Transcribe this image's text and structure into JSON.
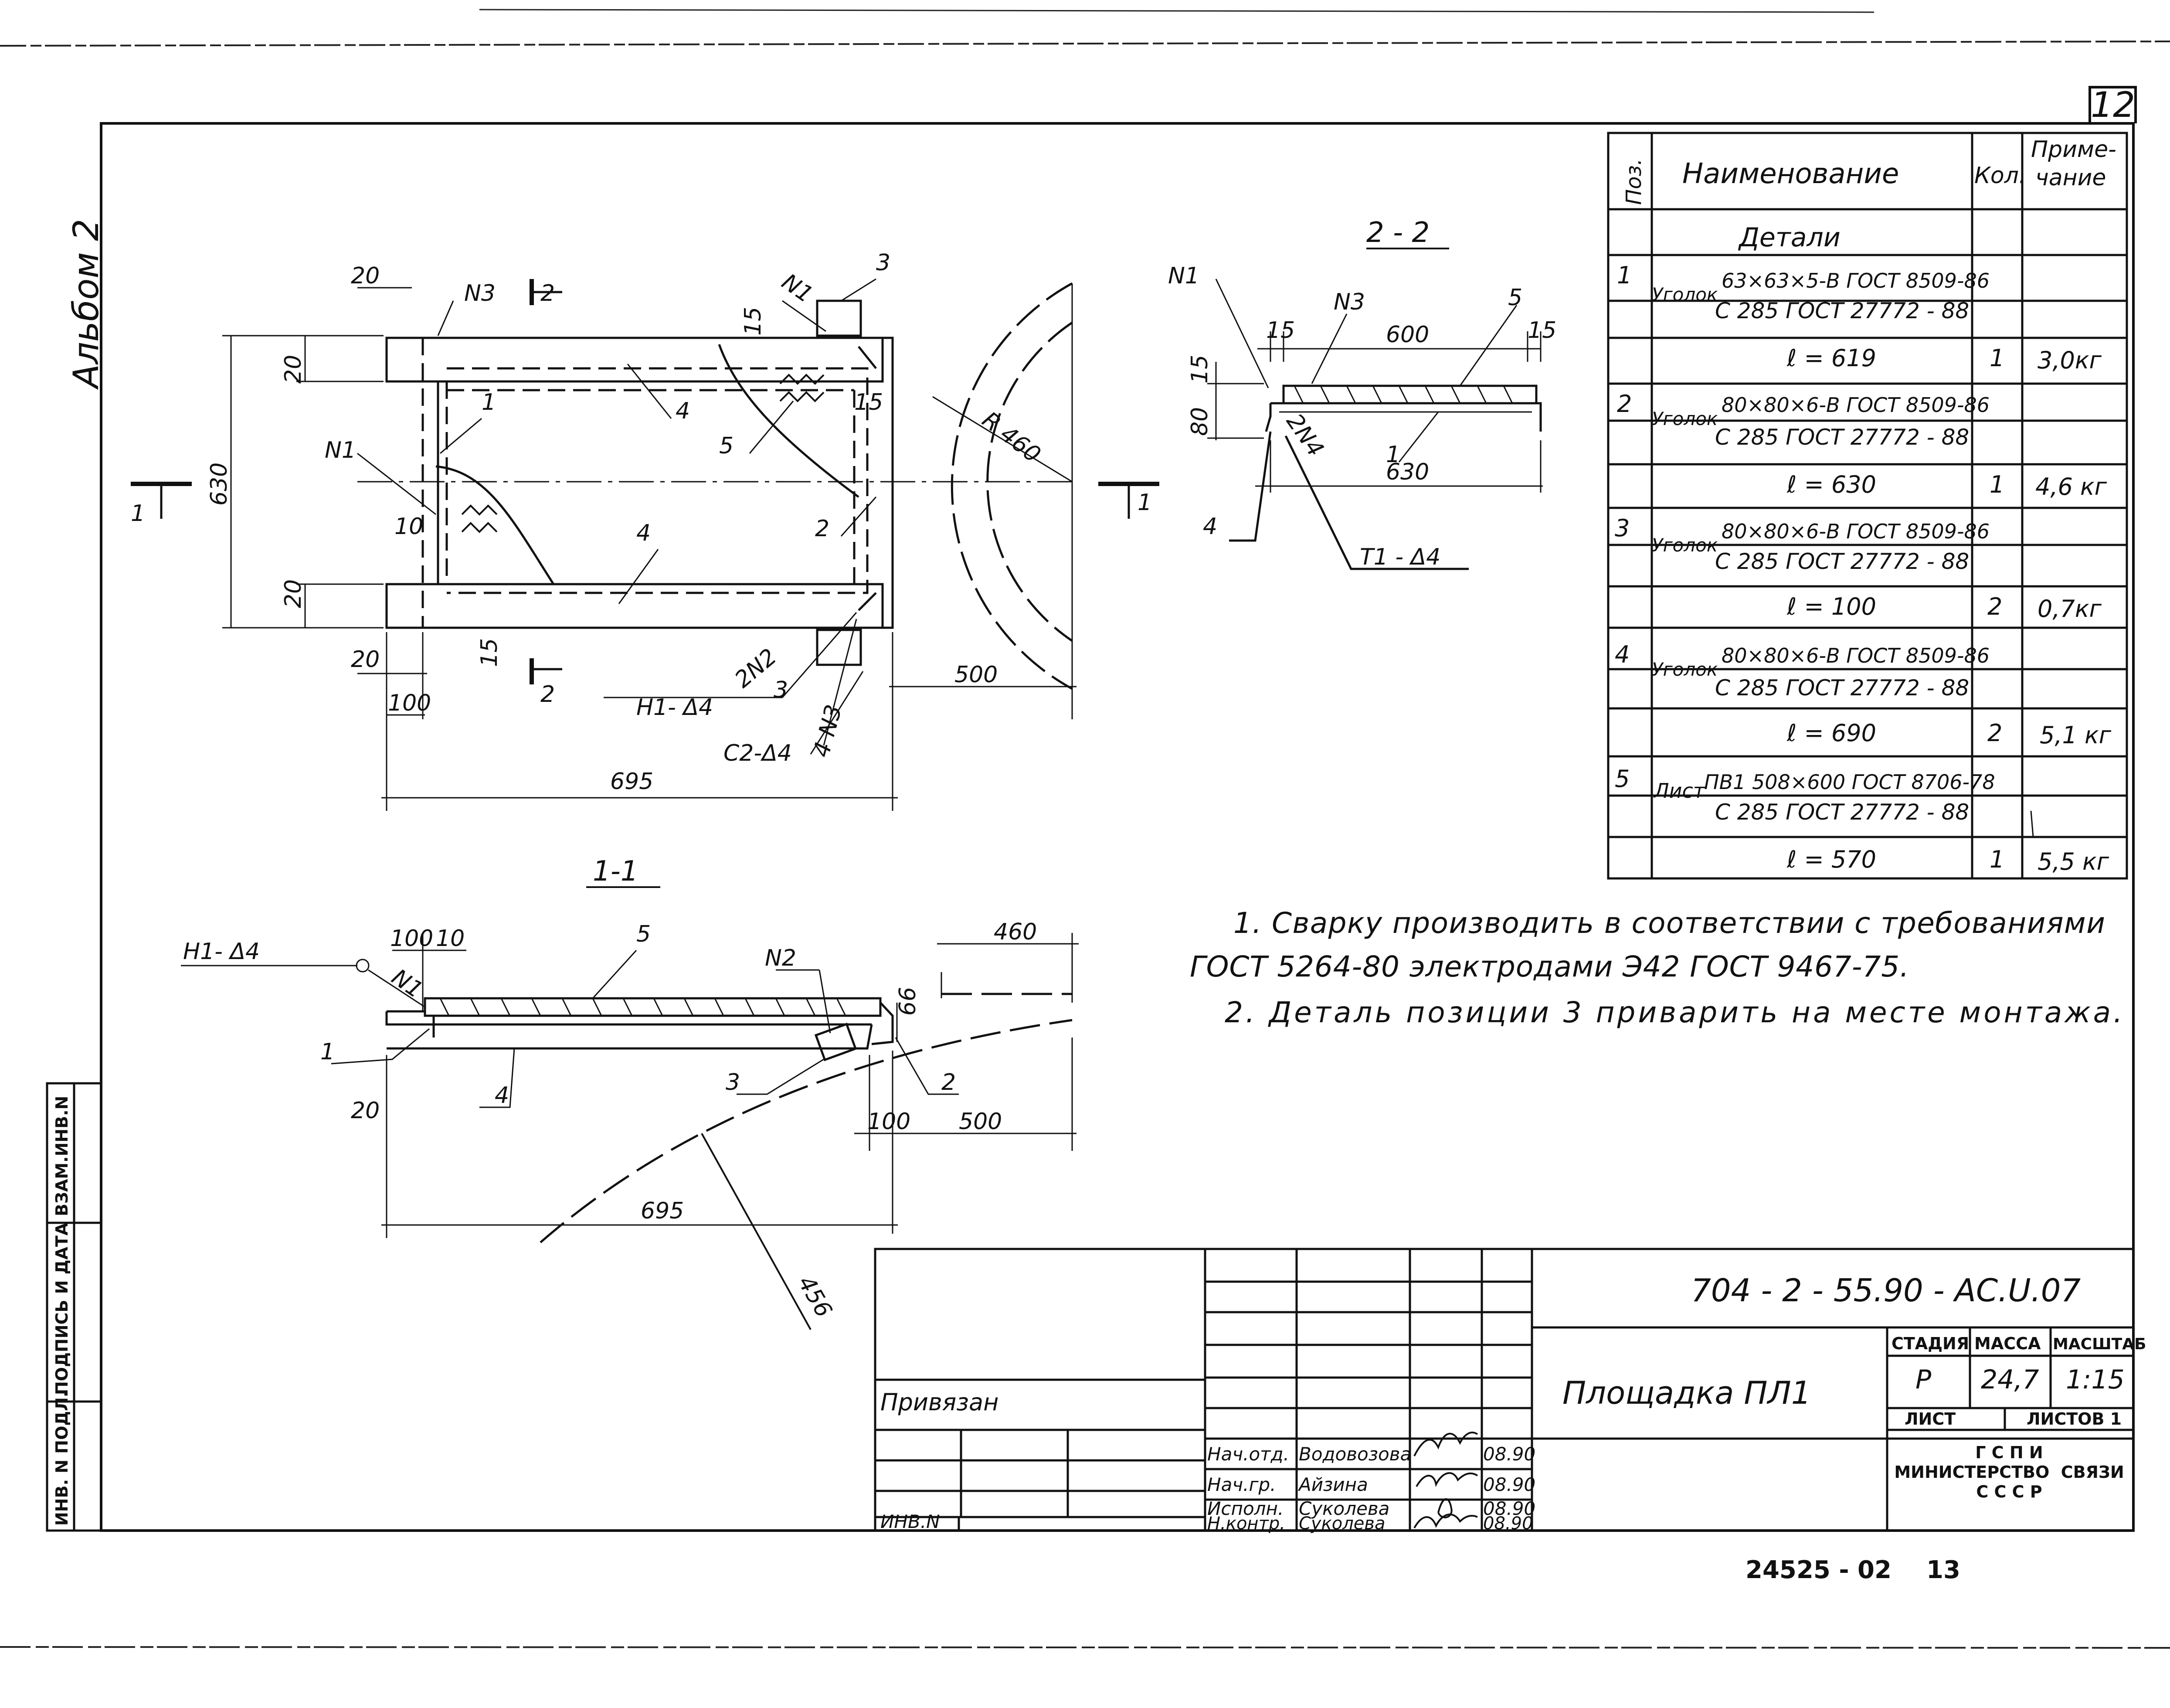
{
  "sheet": {
    "number": "12",
    "album": "Альбом 2",
    "footer_code": "24525 - 02",
    "footer_num": "13"
  },
  "plan": {
    "dims": {
      "d20a": "20",
      "d20b": "20",
      "d20c": "20",
      "d20d": "20",
      "d630": "630",
      "d10": "10",
      "d15a": "15",
      "d15b": "15",
      "d15c": "15",
      "d100": "100",
      "d695": "695",
      "d500": "500",
      "r460": "R 460"
    },
    "callouts": {
      "n3": "N3",
      "n1a": "N1",
      "n1b": "N1",
      "p3a": "3",
      "p1": "1",
      "p4a": "4",
      "p5": "5",
      "p4b": "4",
      "p2": "2",
      "p3b": "3",
      "weld_h1": "H1- Δ4",
      "weld_2n2": "2N2",
      "weld_c2": "C2-Δ4",
      "weld_4n3": "4 N3",
      "sec2a": "2",
      "sec2b": "2",
      "sec1a": "1",
      "sec1b": "1"
    }
  },
  "section22": {
    "title": "2 - 2",
    "labels": {
      "n1": "N1",
      "n3": "N3",
      "p5": "5",
      "d15a": "15",
      "d600": "600",
      "d15b": "15",
      "d15c": "15",
      "d80": "80",
      "p1": "1",
      "weld": "2N4",
      "d630": "630",
      "p4": "4",
      "t1": "T1 - Δ4"
    }
  },
  "section11": {
    "title": "1-1",
    "labels": {
      "weld": "H1- Δ4",
      "d100": "100",
      "d10": "10",
      "n1": "N1",
      "p5": "5",
      "d460": "460",
      "n2": "N2",
      "d66": "66",
      "p1": "1",
      "p4": "4",
      "p3": "3",
      "p2": "2",
      "d20": "20",
      "d100b": "100",
      "d500": "500",
      "d695": "695",
      "r": "456"
    }
  },
  "spec": {
    "headers": {
      "pos": "Поз.",
      "name": "Наименование",
      "qty": "Кол.",
      "note1": "Приме-",
      "note2": "чание"
    },
    "section_title": "Детали",
    "rows": [
      {
        "pos": "1",
        "kind": "Уголок",
        "line1": "63×63×5-В ГОСТ 8509-86",
        "line2": "С 285 ГОСТ 27772 - 88",
        "length": "ℓ = 619",
        "qty": "1",
        "note": "3,0кг"
      },
      {
        "pos": "2",
        "kind": "Уголок",
        "line1": "80×80×6-В ГОСТ 8509-86",
        "line2": "С 285 ГОСТ 27772 - 88",
        "length": "ℓ = 630",
        "qty": "1",
        "note": "4,6 кг"
      },
      {
        "pos": "3",
        "kind": "Уголок",
        "line1": "80×80×6-В ГОСТ 8509-86",
        "line2": "С 285 ГОСТ 27772 - 88",
        "length": "ℓ = 100",
        "qty": "2",
        "note": "0,7кг"
      },
      {
        "pos": "4",
        "kind": "Уголок",
        "line1": "80×80×6-В ГОСТ 8509-86",
        "line2": "С 285 ГОСТ 27772 - 88",
        "length": "ℓ = 690",
        "qty": "2",
        "note": "5,1 кг"
      },
      {
        "pos": "5",
        "kind": "Лист",
        "line1": "ПВ1 508×600 ГОСТ 8706-78",
        "line2": "С 285 ГОСТ 27772 - 88",
        "length": "ℓ = 570",
        "qty": "1",
        "note": "5,5 кг"
      }
    ]
  },
  "notes": {
    "line1": "1. Сварку производить в соответствии с требованиями",
    "line2": "ГОСТ 5264-80 электродами Э42 ГОСТ 9467-75.",
    "line3": "2. Деталь позиции 3 приварить на месте монтажа."
  },
  "side_stamp": {
    "inv": "ИНВ. N ПОДЛ.",
    "sign": "ПОДПИСЬ И ДАТА",
    "vzam": "ВЗАМ.ИНВ.N"
  },
  "title_block": {
    "code": "704 - 2 - 55.90 - АС.U.07",
    "privyazan": "Привязан",
    "inv_n": "ИНВ.N",
    "title": "Площадка ПЛ1",
    "stage_h": "СТАДИЯ",
    "mass_h": "МАССА",
    "scale_h": "МАСШТАБ",
    "stage": "Р",
    "mass": "24,7",
    "scale": "1:15",
    "list_h": "ЛИСТ",
    "listov_h": "ЛИСТОВ 1",
    "org1": "Г С П И",
    "org2": "МИНИСТЕРСТВО  СВЯЗИ",
    "org3": "С С С Р",
    "staff": [
      {
        "role": "Нач.отд.",
        "name": "Водовозова",
        "date": "08.90"
      },
      {
        "role": "Нач.гр.",
        "name": "Айзина",
        "date": "08.90"
      },
      {
        "role": "Исполн.",
        "name": "Суколева",
        "date": "08.90"
      },
      {
        "role": "Н.контр.",
        "name": "Суколева",
        "date": "08.90"
      }
    ]
  }
}
